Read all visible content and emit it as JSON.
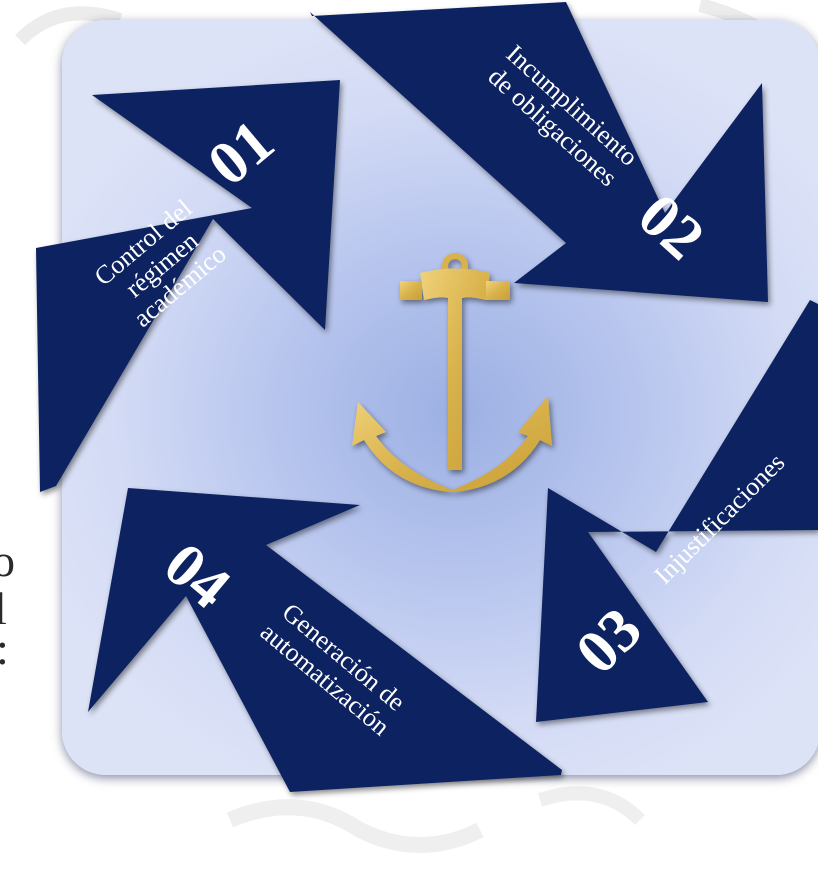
{
  "colors": {
    "arrow_fill": "#0f2460",
    "board_center": "#9cb0e3",
    "board_edge": "#dde3f7",
    "anchor": "#e4bf5a"
  },
  "edge_text": [
    "o",
    "l",
    ":"
  ],
  "center_icon": "anchor-icon",
  "steps": [
    {
      "number": "01",
      "label_lines": [
        "Control del",
        "régimen",
        "académico"
      ]
    },
    {
      "number": "02",
      "label_lines": [
        "Incumplimiento",
        "de obligaciones"
      ]
    },
    {
      "number": "03",
      "label_lines": [
        "Injustificaciones"
      ]
    },
    {
      "number": "04",
      "label_lines": [
        "Generación de",
        "automatización"
      ]
    }
  ]
}
